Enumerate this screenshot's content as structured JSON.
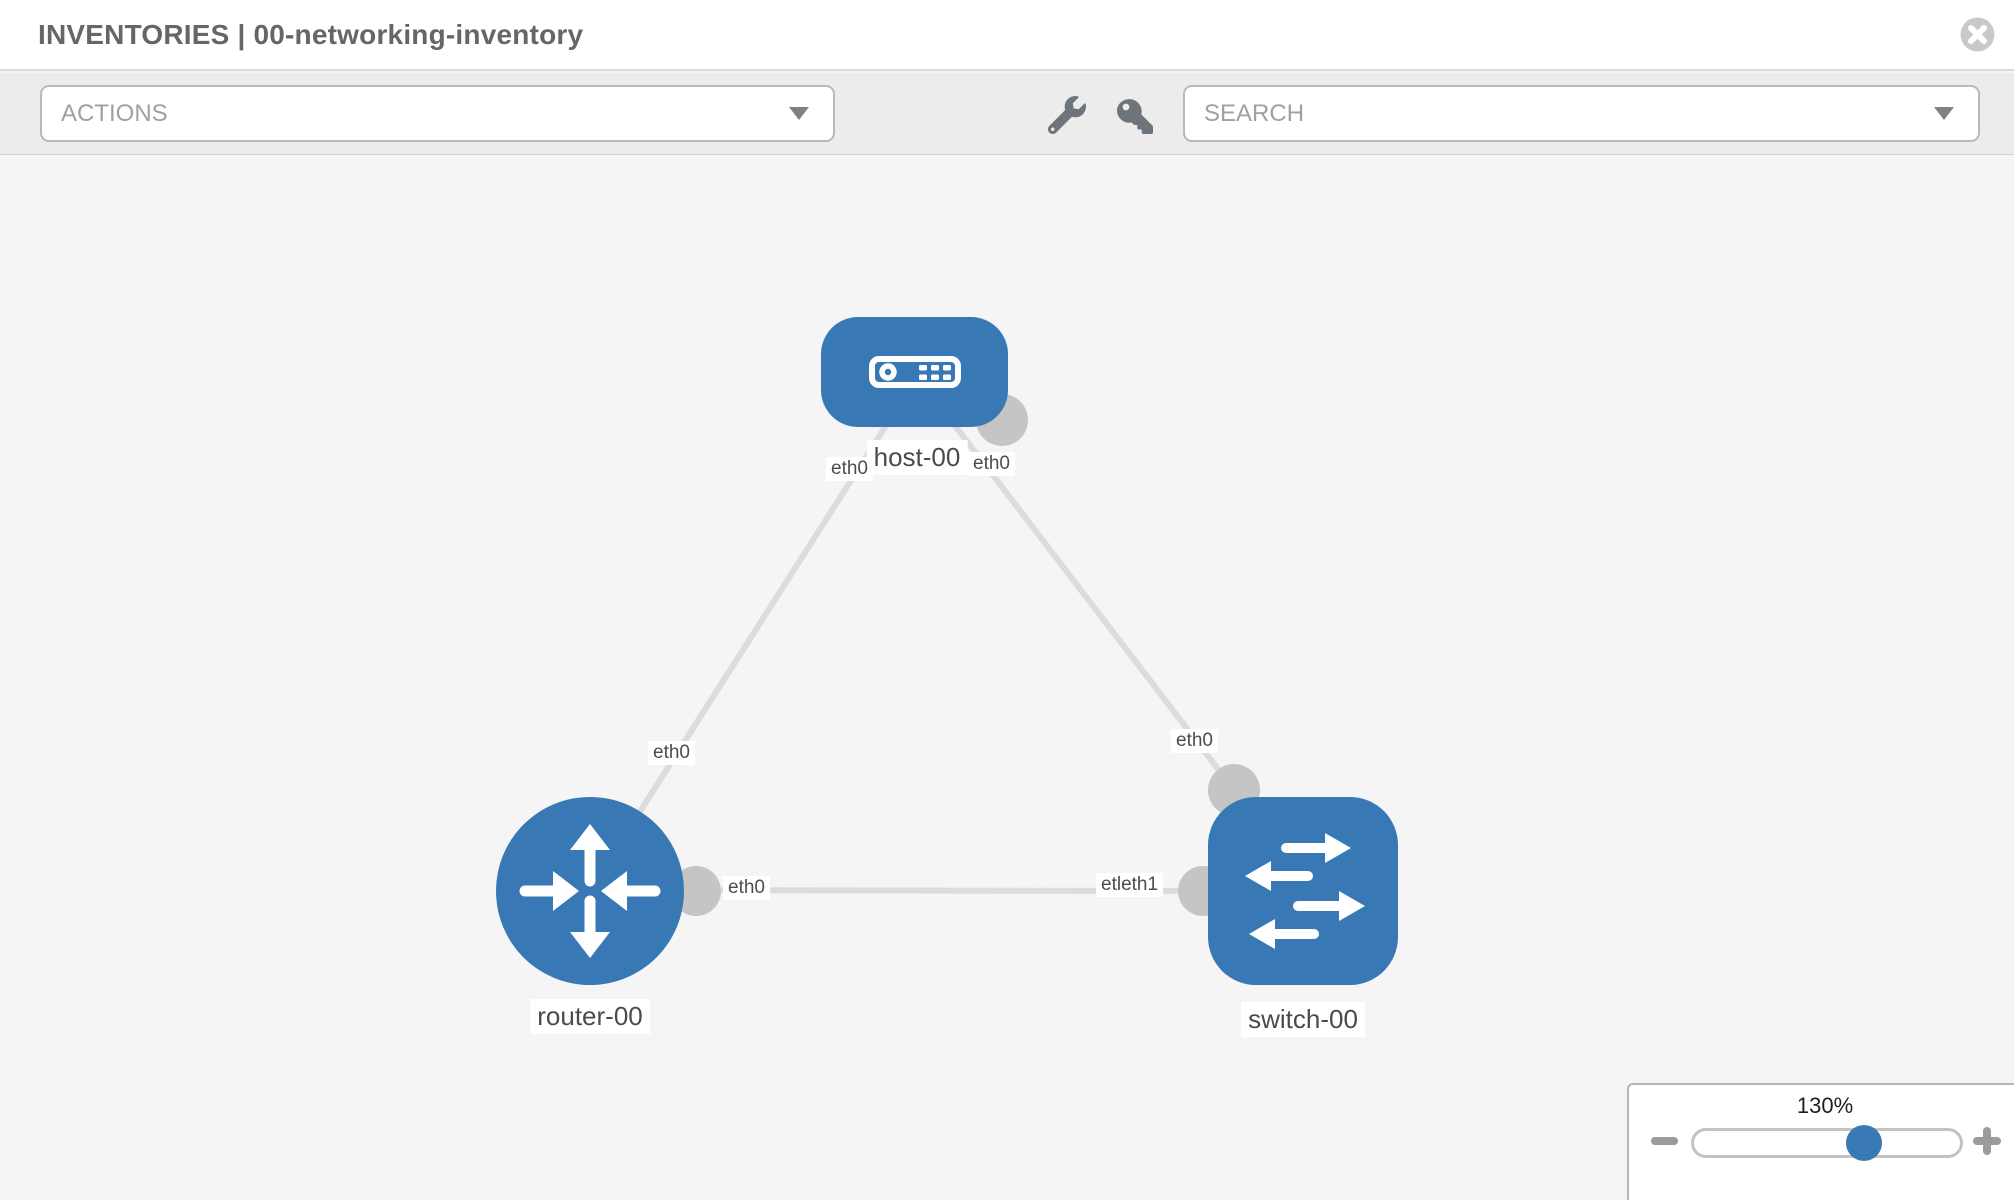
{
  "header": {
    "title": "INVENTORIES | 00-networking-inventory",
    "close_icon": "close-icon"
  },
  "toolbar": {
    "actions_label": "ACTIONS",
    "search_label": "SEARCH",
    "icons": [
      "wrench-icon",
      "key-icon"
    ]
  },
  "topology": {
    "nodes": [
      {
        "id": "host-00",
        "label": "host-00",
        "type": "host"
      },
      {
        "id": "router-00",
        "label": "router-00",
        "type": "router"
      },
      {
        "id": "switch-00",
        "label": "switch-00",
        "type": "switch"
      }
    ],
    "links": [
      {
        "source": "host-00",
        "target": "router-00",
        "source_label": "eth0",
        "target_label": "eth0"
      },
      {
        "source": "host-00",
        "target": "switch-00",
        "source_label": "eth0",
        "target_label": "eth0"
      },
      {
        "source": "router-00",
        "target": "switch-00",
        "source_label": "eth0",
        "target_label": "etleth1"
      }
    ]
  },
  "zoom_control": {
    "value": "130%",
    "zoom_out_icon": "minus-icon",
    "zoom_in_icon": "plus-icon"
  },
  "colors": {
    "accent": "#3879b5",
    "node_fill": "#3879b5",
    "interface_fill": "#c5c5c5",
    "link_stroke": "#dcdcdc"
  }
}
